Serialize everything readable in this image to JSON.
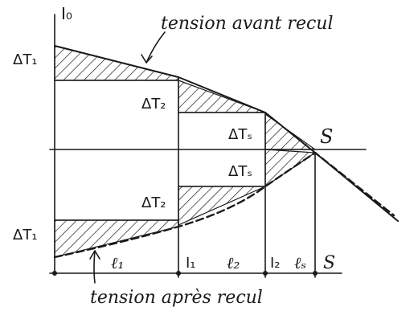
{
  "axis": {
    "vertical_label": "I₀",
    "point_label": "S",
    "points": [
      "I₁",
      "I₂",
      "S"
    ],
    "segments": [
      "ℓ₁",
      "ℓ₂",
      "ℓₛ"
    ]
  },
  "curves": {
    "before": "tension avant recul",
    "after": "tension après recul"
  },
  "deltas": {
    "dt1": "ΔT₁",
    "dt2": "ΔT₂",
    "dts": "ΔTₛ"
  },
  "colors": {
    "ink": "#1a1a1a",
    "background": "#ffffff"
  }
}
